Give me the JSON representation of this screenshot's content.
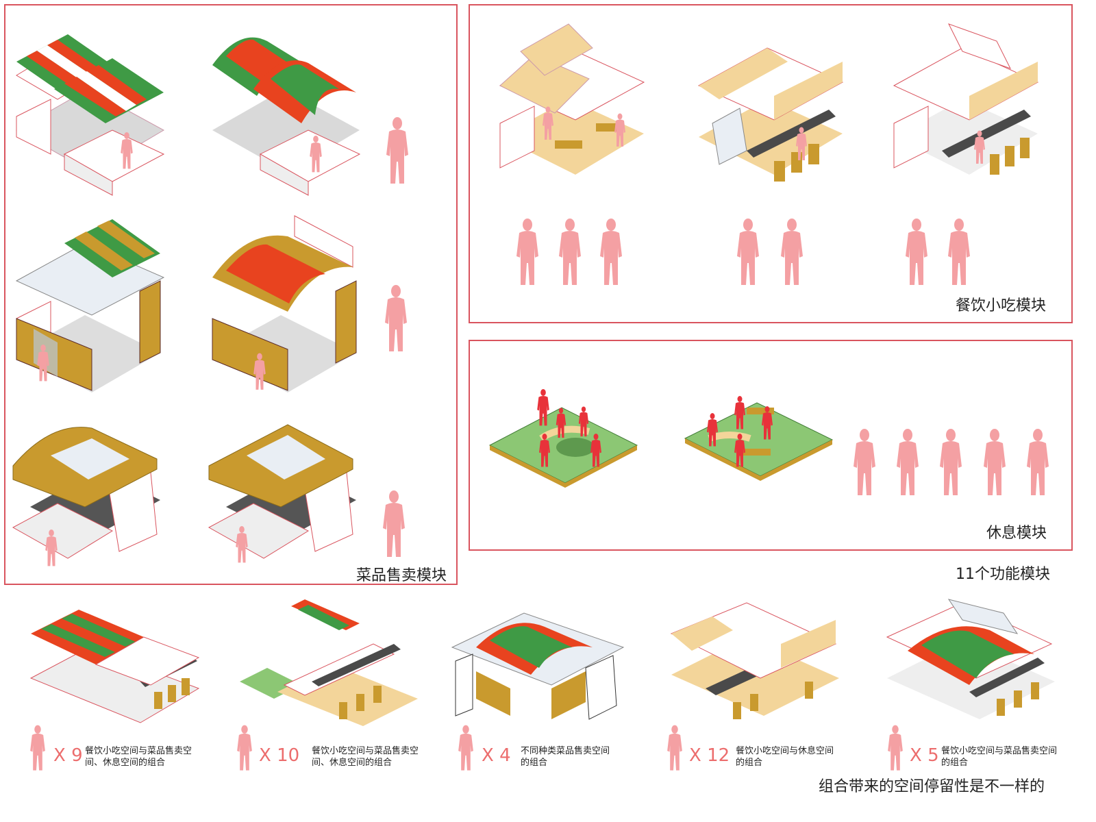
{
  "labels": {
    "veg_module": "菜品售卖模块",
    "food_module": "餐饮小吃模块",
    "rest_module": "休息模块",
    "total": "11个功能模块",
    "conclusion": "组合带来的空间停留性是不一样的"
  },
  "combos": [
    {
      "mult": "X 9",
      "caption": "餐饮小吃空间与菜品售卖空间、休息空间的组合"
    },
    {
      "mult": "X 10",
      "caption": "餐饮小吃空间与菜品售卖空间、休息空间的组合"
    },
    {
      "mult": "X 4",
      "caption": "不同种类菜品售卖空间的组合"
    },
    {
      "mult": "X 12",
      "caption": "餐饮小吃空间与休息空间的组合"
    },
    {
      "mult": "X 5",
      "caption": "餐饮小吃空间与菜品售卖空间的组合"
    }
  ],
  "colors": {
    "frame": "#d9545e",
    "person": "#f4a0a3",
    "person_solid": "#e8323a",
    "green": "#3f9a45",
    "red": "#e8431f",
    "mustard": "#c99a2e",
    "wood": "#f3d59a",
    "lawn": "#8cc774",
    "floor": "#d9d9d9"
  },
  "icons": [
    "person-silhouette-icon",
    "pavilion-drawing-icon"
  ]
}
